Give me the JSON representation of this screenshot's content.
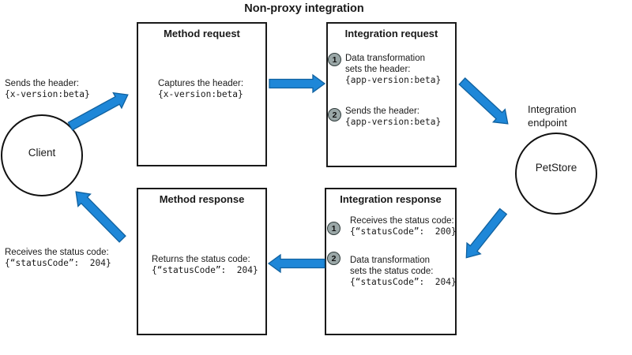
{
  "title": "Non-proxy integration",
  "colors": {
    "arrow_fill": "#1e87d8",
    "arrow_stroke": "#10619f",
    "badge_fill": "#9aa7a7"
  },
  "client": {
    "label": "Client"
  },
  "annotations": {
    "request": {
      "line1": "Sends the header:",
      "code": "{x-version:beta}"
    },
    "response": {
      "line1": "Receives the status code:",
      "code": "{“statusCode”:  204}"
    }
  },
  "endpoint": {
    "caption_line1": "Integration",
    "caption_line2": "endpoint",
    "label": "PetStore"
  },
  "boxes": {
    "method_request": {
      "title": "Method request",
      "line1": "Captures the header:",
      "code": "{x-version:beta}"
    },
    "integration_request": {
      "title": "Integration request",
      "steps": [
        {
          "num": "1",
          "line1": "Data transformation",
          "line2": "sets the header:",
          "code": "{app-version:beta}"
        },
        {
          "num": "2",
          "line1": "Sends the header:",
          "line2": "",
          "code": "{app-version:beta}"
        }
      ]
    },
    "method_response": {
      "title": "Method response",
      "line1": "Returns the status code:",
      "code": "{“statusCode”:  204}"
    },
    "integration_response": {
      "title": "Integration response",
      "steps": [
        {
          "num": "1",
          "line1": "Receives the status code:",
          "line2": "",
          "code": "{“statusCode”:  200}"
        },
        {
          "num": "2",
          "line1": "Data transformation",
          "line2": "sets the status code:",
          "code": "{“statusCode”:  204}"
        }
      ]
    }
  }
}
